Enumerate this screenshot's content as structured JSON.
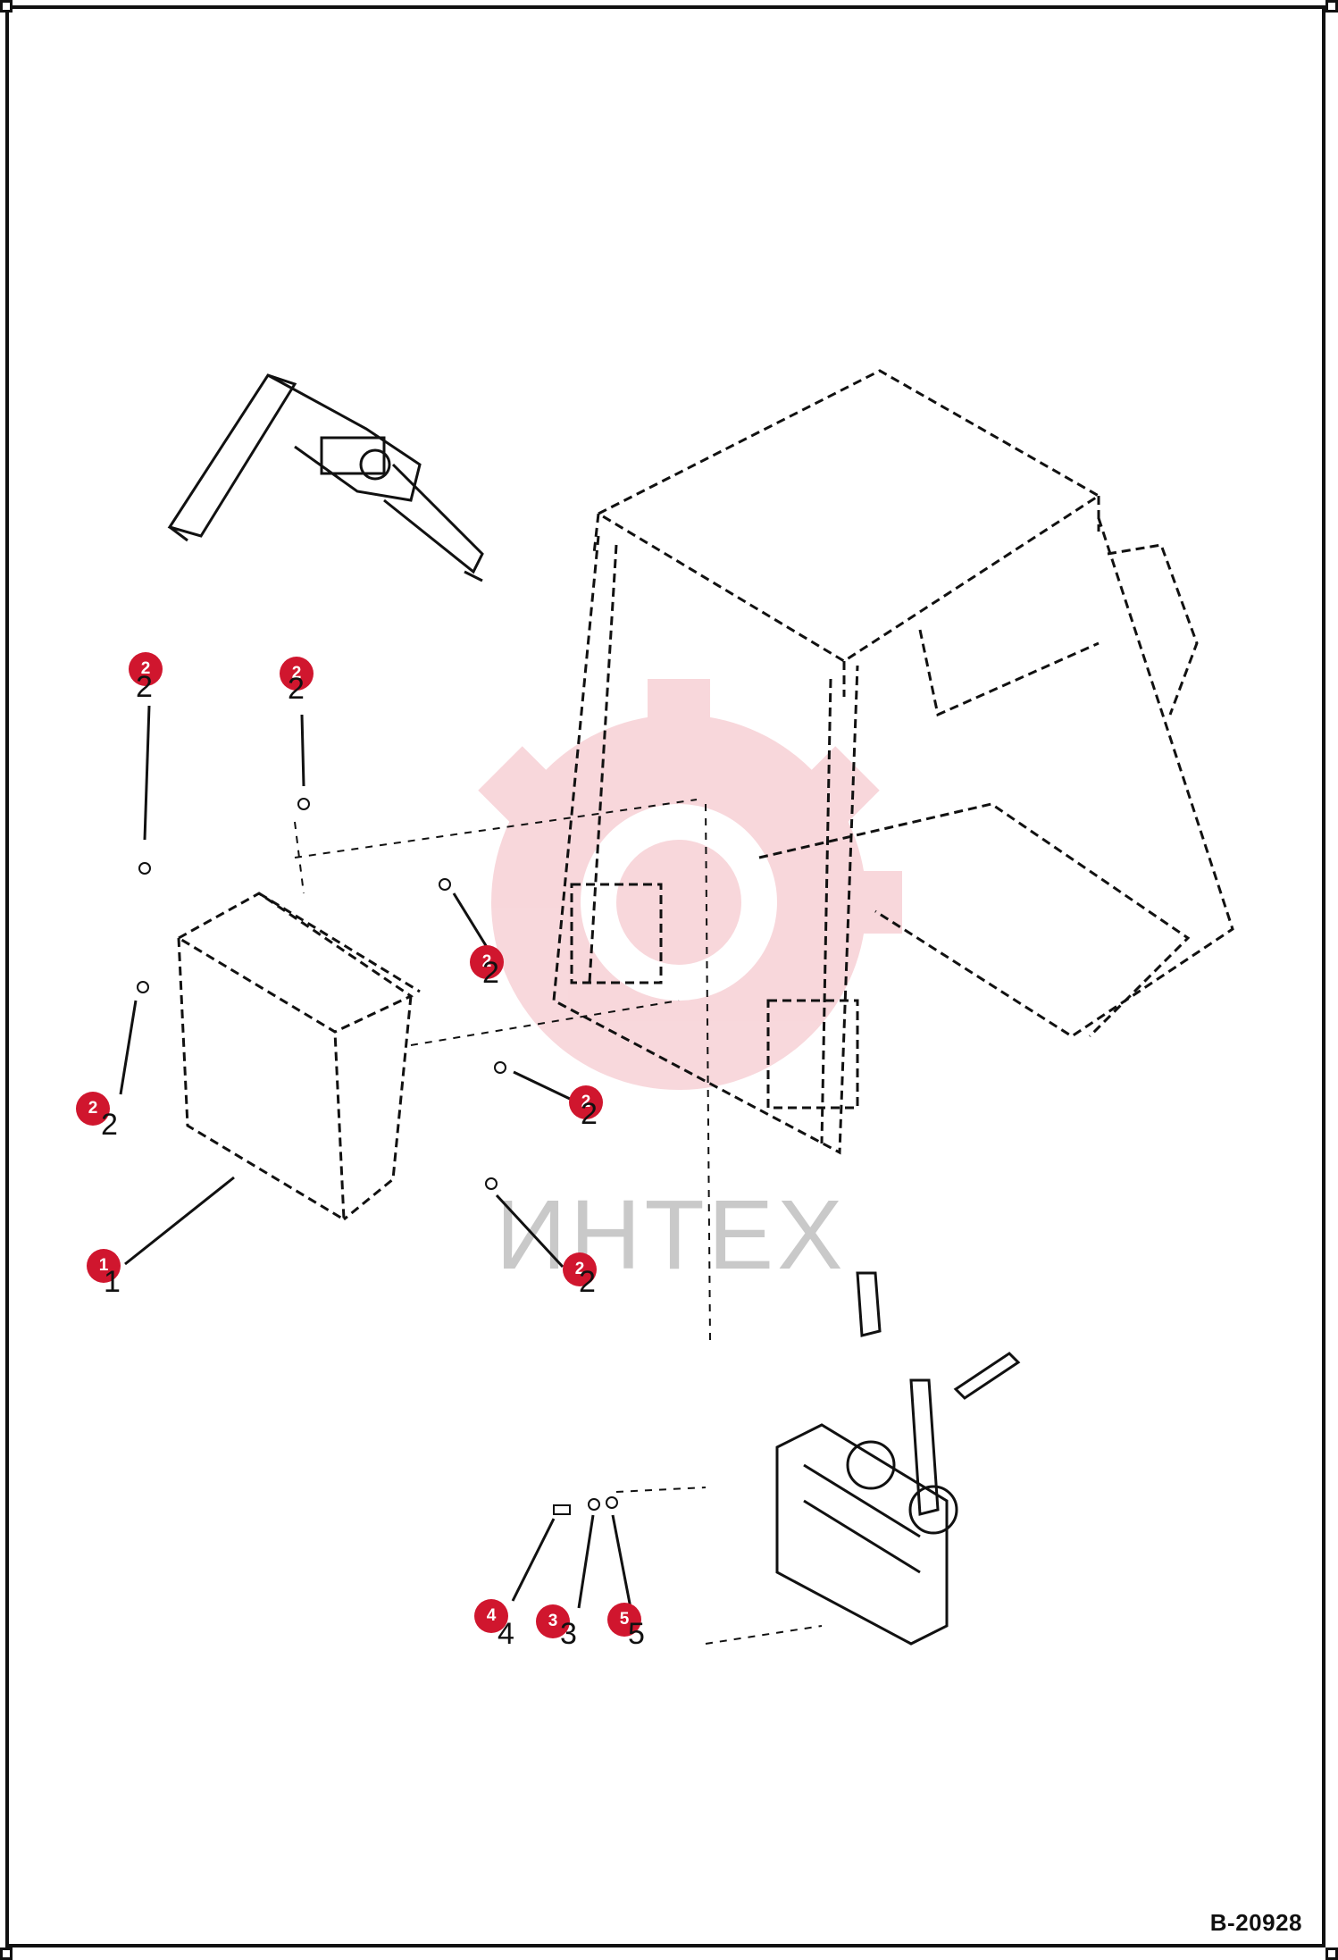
{
  "drawing_number": "B-20928",
  "watermark": {
    "text": "ИНТЕХ",
    "color": "#f3b8bf"
  },
  "colors": {
    "badge": "#d0162e",
    "line": "#111111"
  },
  "callouts": [
    {
      "id": "c2a",
      "badge": "2",
      "digit": "2"
    },
    {
      "id": "c2b",
      "badge": "2",
      "digit": "2"
    },
    {
      "id": "c2c",
      "badge": "2",
      "digit": "2"
    },
    {
      "id": "c2d",
      "badge": "2",
      "digit": "2"
    },
    {
      "id": "c2e",
      "badge": "2",
      "digit": "2"
    },
    {
      "id": "c2f",
      "badge": "2",
      "digit": "2"
    },
    {
      "id": "c1",
      "badge": "1",
      "digit": "1"
    },
    {
      "id": "c4",
      "badge": "4",
      "digit": "4"
    },
    {
      "id": "c3",
      "badge": "3",
      "digit": "3"
    },
    {
      "id": "c5",
      "badge": "5",
      "digit": "5"
    }
  ]
}
